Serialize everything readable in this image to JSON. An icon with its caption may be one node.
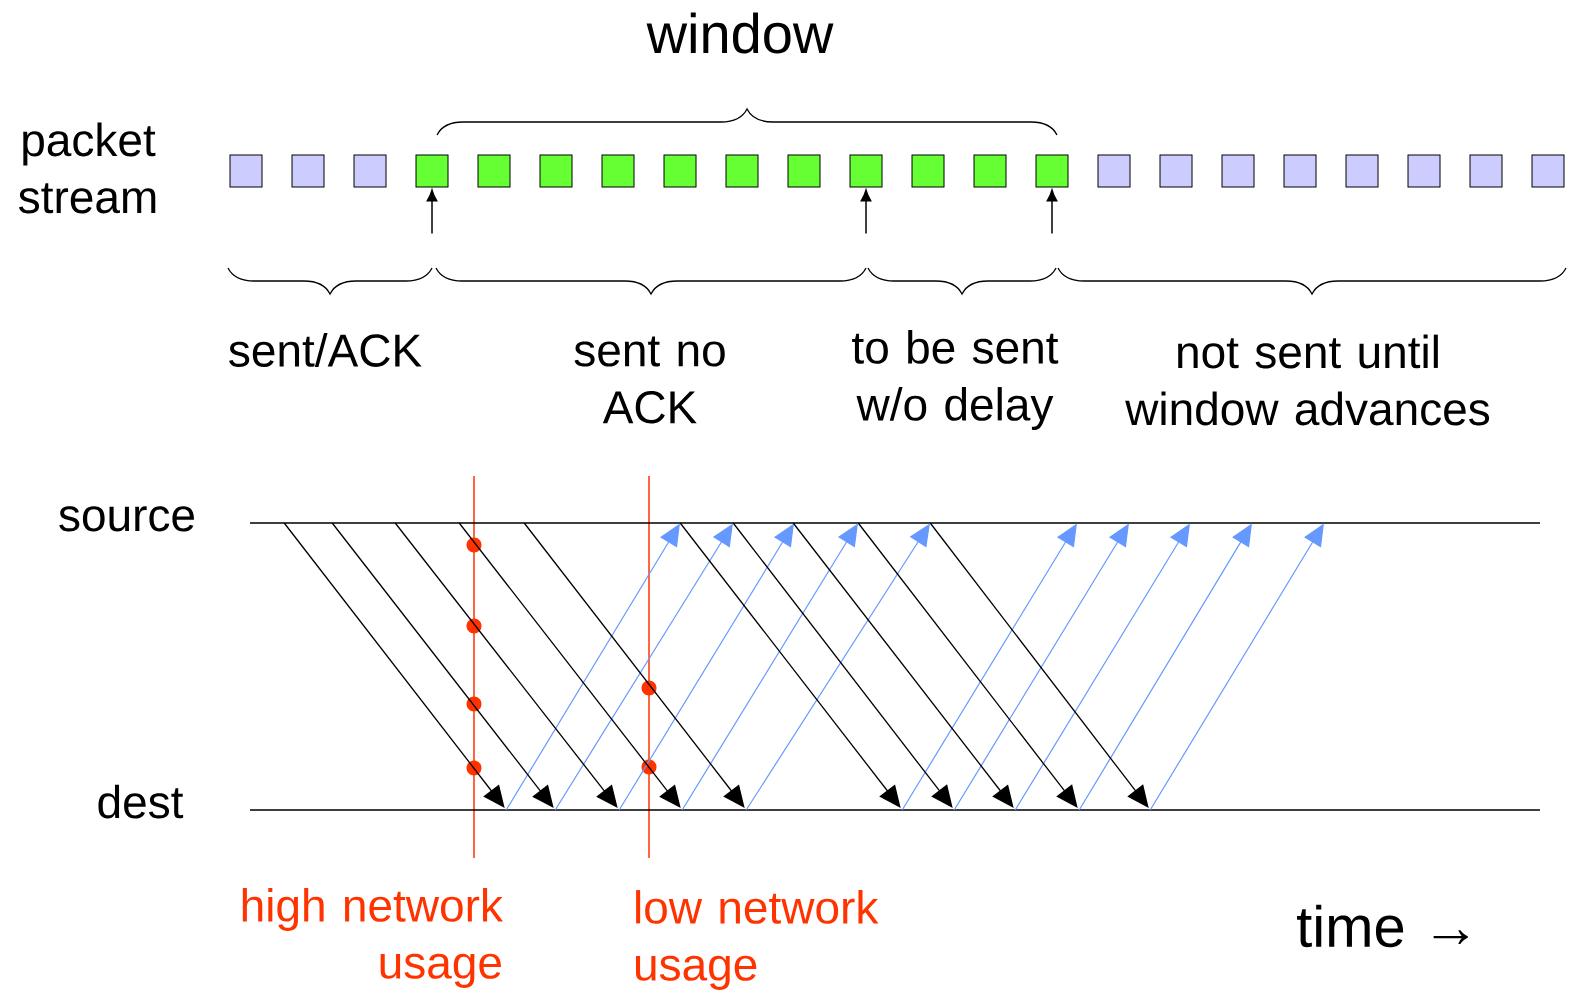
{
  "diagram": {
    "nodes": [
      {
        "text": [],
        "shape": "box"
      },
      {
        "text": [],
        "shape": "box"
      },
      {
        "text": [],
        "shape": "box"
      },
      {
        "text": [],
        "shape": "box"
      },
      {
        "text": [],
        "shape": "box"
      },
      {
        "text": [],
        "shape": "box"
      },
      {
        "text": [],
        "shape": "box"
      },
      {
        "text": [],
        "shape": "box"
      },
      {
        "text": [],
        "shape": "box"
      },
      {
        "text": [],
        "shape": "box"
      },
      {
        "text": [],
        "shape": "box"
      },
      {
        "text": [],
        "shape": "box"
      },
      {
        "text": [],
        "shape": "box"
      },
      {
        "text": [],
        "shape": "box"
      },
      {
        "text": [],
        "shape": "box"
      },
      {
        "text": [],
        "shape": "box"
      },
      {
        "text": [],
        "shape": "box"
      },
      {
        "text": [],
        "shape": "box"
      },
      {
        "text": [],
        "shape": "box"
      },
      {
        "text": [],
        "shape": "box"
      },
      {
        "text": [],
        "shape": "box"
      },
      {
        "text": [],
        "shape": "box"
      },
      {
        "text": [
          "source"
        ]
      },
      {
        "text": [
          "dest"
        ]
      }
    ],
    "edges": [
      {
        "from": null,
        "to": 3,
        "arrow": "to"
      },
      {
        "from": null,
        "to": 10,
        "arrow": "to"
      },
      {
        "from": null,
        "to": 13,
        "arrow": "to"
      },
      {
        "from": 22,
        "to": 23,
        "arrow": "to"
      },
      {
        "from": 22,
        "to": 23,
        "arrow": "to"
      },
      {
        "from": 22,
        "to": 23,
        "arrow": "to"
      },
      {
        "from": 22,
        "to": 23,
        "arrow": "to"
      },
      {
        "from": 22,
        "to": 23,
        "arrow": "to"
      },
      {
        "from": 22,
        "to": 23,
        "arrow": "to"
      },
      {
        "from": 22,
        "to": 23,
        "arrow": "to"
      },
      {
        "from": 22,
        "to": 23,
        "arrow": "to"
      },
      {
        "from": 22,
        "to": 23,
        "arrow": "to"
      },
      {
        "from": 22,
        "to": 23,
        "arrow": "to"
      },
      {
        "from": 23,
        "to": 22,
        "arrow": "to",
        "color": "#6699ff"
      },
      {
        "from": 23,
        "to": 22,
        "arrow": "to",
        "color": "#6699ff"
      },
      {
        "from": 23,
        "to": 22,
        "arrow": "to",
        "color": "#6699ff"
      },
      {
        "from": 23,
        "to": 22,
        "arrow": "to",
        "color": "#6699ff"
      },
      {
        "from": 23,
        "to": 22,
        "arrow": "to",
        "color": "#6699ff"
      },
      {
        "from": 23,
        "to": 22,
        "arrow": "to",
        "color": "#6699ff"
      },
      {
        "from": 23,
        "to": 22,
        "arrow": "to",
        "color": "#6699ff"
      },
      {
        "from": 23,
        "to": 22,
        "arrow": "to",
        "color": "#6699ff"
      },
      {
        "from": 23,
        "to": 22,
        "arrow": "to",
        "color": "#6699ff"
      },
      {
        "from": 23,
        "to": 22,
        "arrow": "to",
        "color": "#6699ff"
      }
    ],
    "labels": [
      "window",
      "packet stream",
      "sent/ACK",
      "sent no ACK",
      "to be sent w/o delay",
      "not sent until window advances",
      "high network usage",
      "low network usage",
      "time →"
    ]
  }
}
